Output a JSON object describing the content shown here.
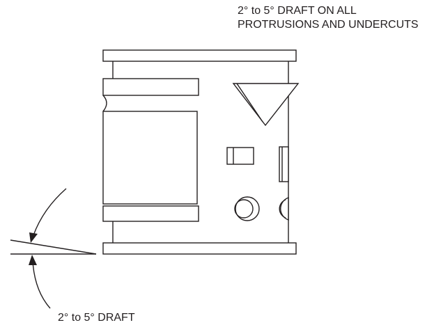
{
  "notes": {
    "top_line1": "2° to 5° DRAFT ON ALL",
    "top_line2": "PROTRUSIONS AND UNDERCUTS",
    "bottom": "2° to 5° DRAFT"
  },
  "colors": {
    "ink": "#231f20",
    "background": "#ffffff"
  }
}
